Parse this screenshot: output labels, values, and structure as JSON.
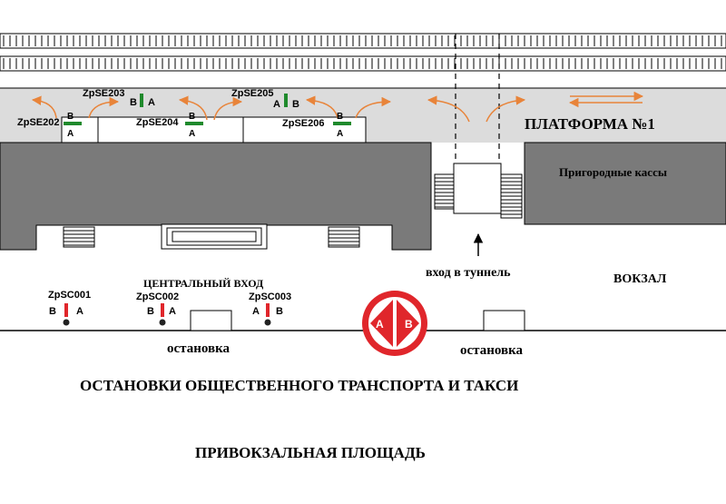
{
  "platform": {
    "title": "ПЛАТФОРМА №1",
    "ticket_office": "Пригородные кассы"
  },
  "tunnel": {
    "label": "вход в туннель"
  },
  "station": {
    "label": "ВОКЗАЛ"
  },
  "entrance": {
    "label": "ЦЕНТРАЛЬНЫЙ ВХОД"
  },
  "stops": {
    "left": "остановка",
    "right": "остановка"
  },
  "public_transport": "ОСТАНОВКИ ОБЩЕСТВЕННОГО ТРАНСПОРТА И ТАКСИ",
  "square": "ПРИВОКЗАЛЬНАЯ ПЛОЩАДЬ",
  "platform_points": [
    {
      "id": "ZpSE203",
      "a": "A",
      "b": "B",
      "color": "#1f8a2c"
    },
    {
      "id": "ZpSE205",
      "a": "A",
      "b": "B",
      "color": "#1f8a2c"
    },
    {
      "id": "ZpSE202",
      "a": "A",
      "b": "B",
      "color": "#1f8a2c"
    },
    {
      "id": "ZpSE204",
      "a": "A",
      "b": "B",
      "color": "#1f8a2c"
    },
    {
      "id": "ZpSE206",
      "a": "A",
      "b": "B",
      "color": "#1f8a2c"
    }
  ],
  "square_points": [
    {
      "id": "ZpSC001",
      "a": "A",
      "b": "B",
      "color": "#e0262b"
    },
    {
      "id": "ZpSC002",
      "a": "A",
      "b": "B",
      "color": "#e0262b"
    },
    {
      "id": "ZpSC003",
      "a": "A",
      "b": "B",
      "color": "#e0262b"
    }
  ],
  "logo": {
    "left": "A",
    "right": "B",
    "color": "#e0262b"
  },
  "colors": {
    "arrow": "#e8843a",
    "building": "#7a7a7a",
    "platform": "#dcdcdc"
  }
}
